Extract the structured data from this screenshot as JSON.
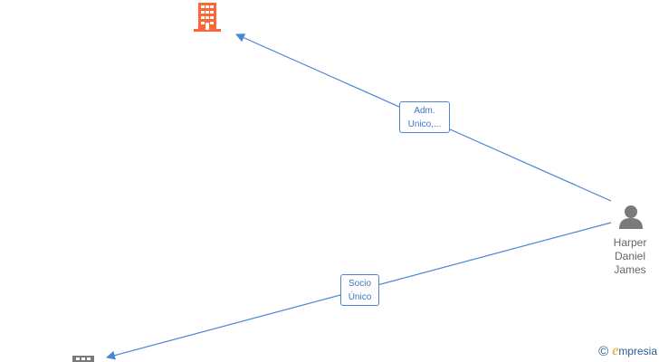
{
  "colors": {
    "edge": "#4a86d4",
    "company_highlight": "#ff6633",
    "company_default": "#7a7a7a",
    "person": "#7a7a7a",
    "brand_accent": "#e3a020",
    "brand_text": "#2a5d8f"
  },
  "nodes": {
    "company_top": {
      "icon": "building-icon"
    },
    "company_bottom": {
      "icon": "building-icon"
    },
    "person": {
      "icon": "person-icon",
      "name_lines": [
        "Harper",
        "Daniel",
        "James"
      ]
    }
  },
  "edges": [
    {
      "from": "person",
      "to": "company_top",
      "label_lines": [
        "Adm.",
        "Unico,..."
      ]
    },
    {
      "from": "person",
      "to": "company_bottom",
      "label_lines": [
        "Socio",
        "Único"
      ]
    }
  ],
  "brand": {
    "symbol": "©",
    "initial": "e",
    "rest": "mpresia"
  }
}
